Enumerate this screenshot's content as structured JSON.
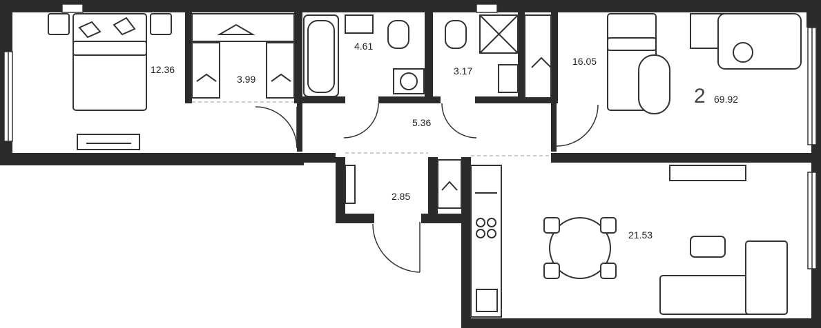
{
  "plan": {
    "rooms_count": "2",
    "total_area": "69.92",
    "rooms": [
      {
        "id": "bedroom-1",
        "area": "12.36"
      },
      {
        "id": "wardrobe",
        "area": "3.99"
      },
      {
        "id": "bathroom",
        "area": "4.61"
      },
      {
        "id": "toilet",
        "area": "3.17"
      },
      {
        "id": "bedroom-2",
        "area": "16.05"
      },
      {
        "id": "hall",
        "area": "5.36"
      },
      {
        "id": "entrance",
        "area": "2.85"
      },
      {
        "id": "kitchen-living",
        "area": "21.53"
      }
    ]
  },
  "colors": {
    "wall": "#2b2b2b",
    "line": "#333333",
    "background": "#ffffff"
  }
}
